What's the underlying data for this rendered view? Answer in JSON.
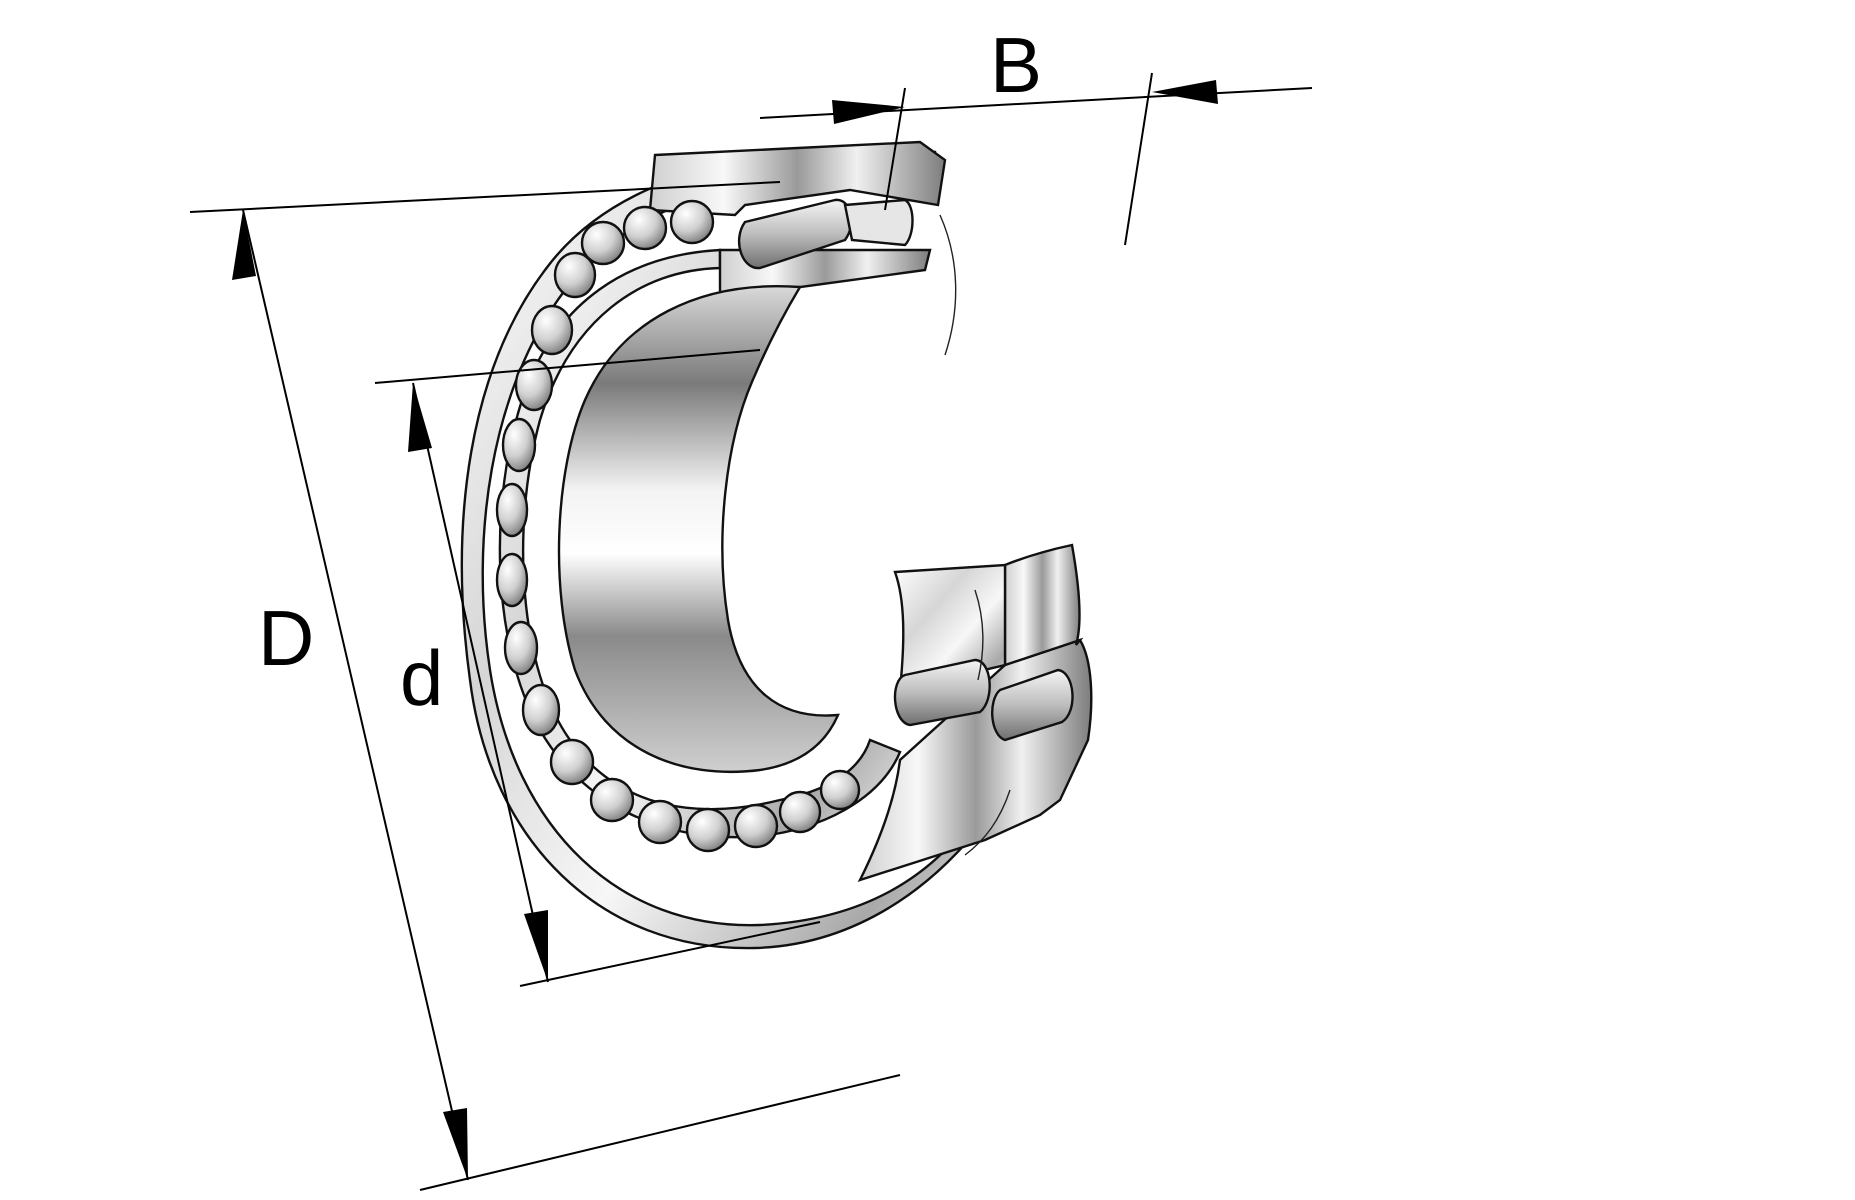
{
  "labels": {
    "width": "B",
    "outer_diameter": "D",
    "bore_diameter": "d"
  },
  "colors": {
    "line": "#000000",
    "steel_light": "#f4f4f4",
    "steel_mid": "#b9b9b9",
    "steel_dark": "#6e6e6e"
  }
}
